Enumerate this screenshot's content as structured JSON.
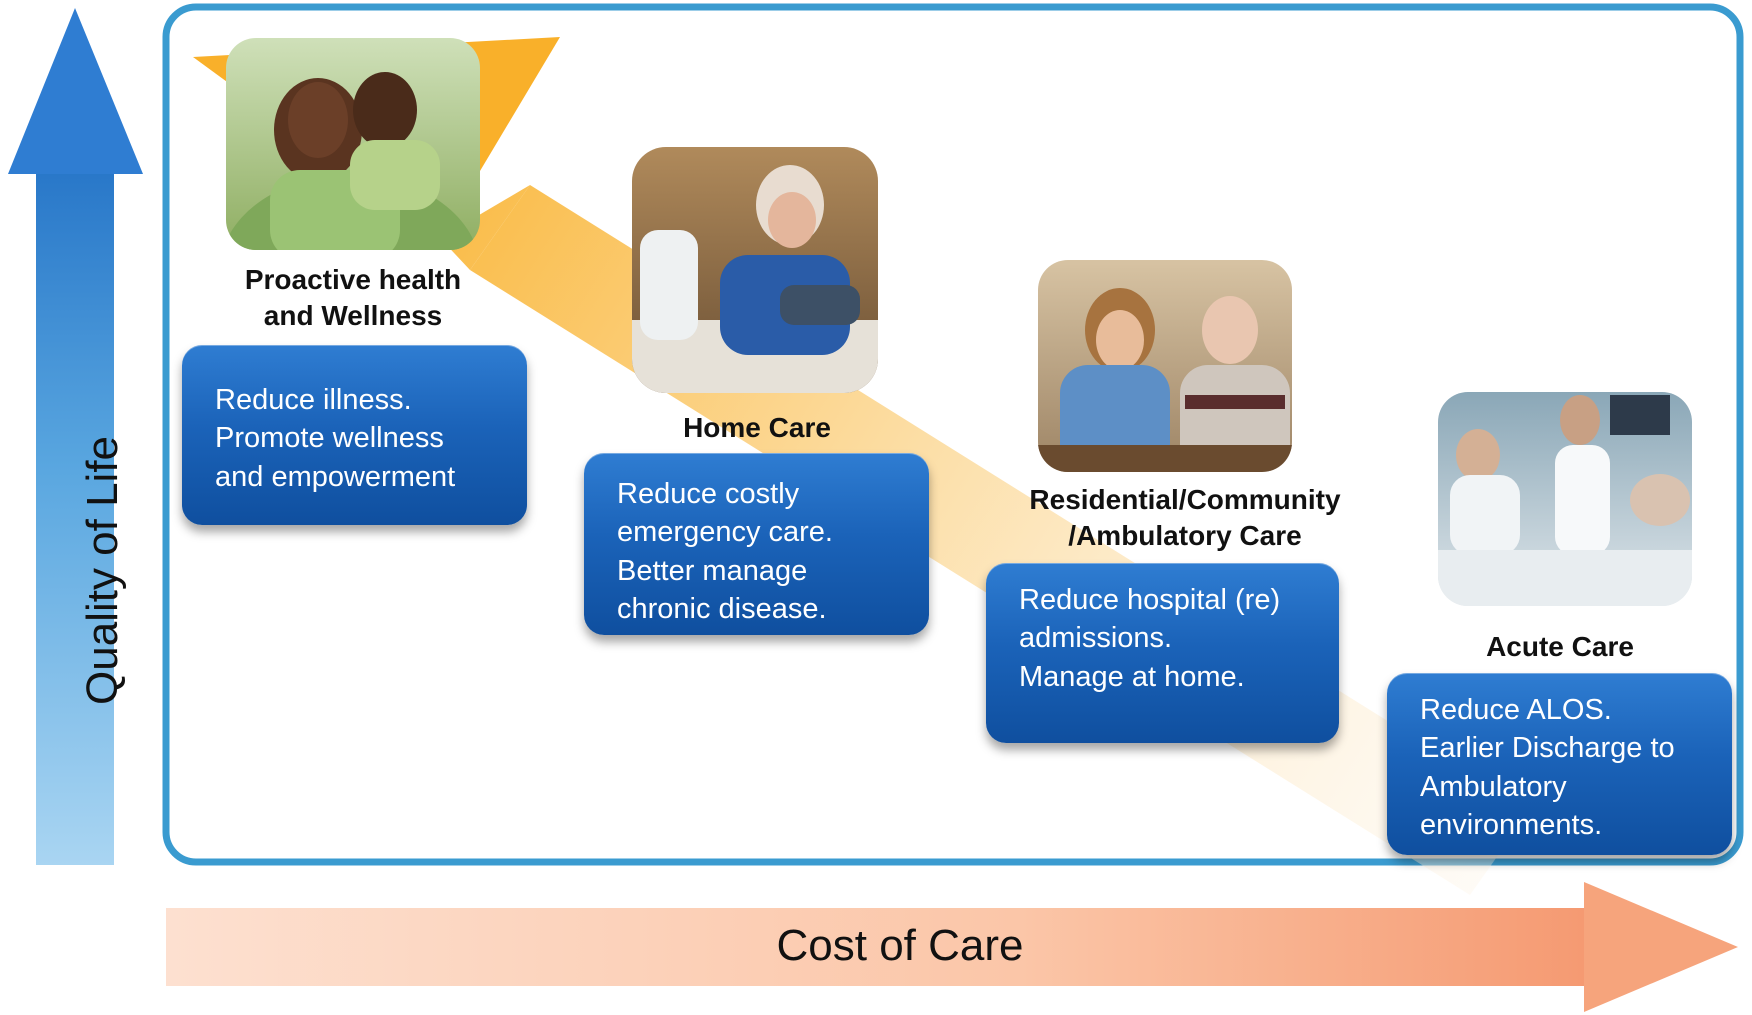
{
  "axes": {
    "y_label": "Quality of Life",
    "x_label": "Cost of Care"
  },
  "colors": {
    "frame_border": "#3a9bd0",
    "box_blue": "#1b63b9",
    "y_arrow": "#2f7dd2",
    "x_arrow": "#f7a47c",
    "trend_arrow": "#f9b12c"
  },
  "stages": [
    {
      "title": "Proactive health\nand Wellness",
      "photo": "mother-and-child-photo",
      "lines": [
        "Reduce illness.",
        "Promote wellness",
        "and empowerment"
      ]
    },
    {
      "title": "Home Care",
      "photo": "senior-blood-pressure-photo",
      "lines": [
        "Reduce costly",
        "emergency care.",
        "Better manage",
        "chronic disease."
      ]
    },
    {
      "title": "Residential/Community\n/Ambulatory Care",
      "photo": "caregiver-and-senior-photo",
      "lines": [
        "Reduce hospital (re)",
        "admissions.",
        "Manage at home."
      ]
    },
    {
      "title": "Acute Care",
      "photo": "hospital-ward-photo",
      "lines": [
        "Reduce ALOS.",
        "Earlier Discharge to",
        "Ambulatory",
        "environments."
      ]
    }
  ]
}
